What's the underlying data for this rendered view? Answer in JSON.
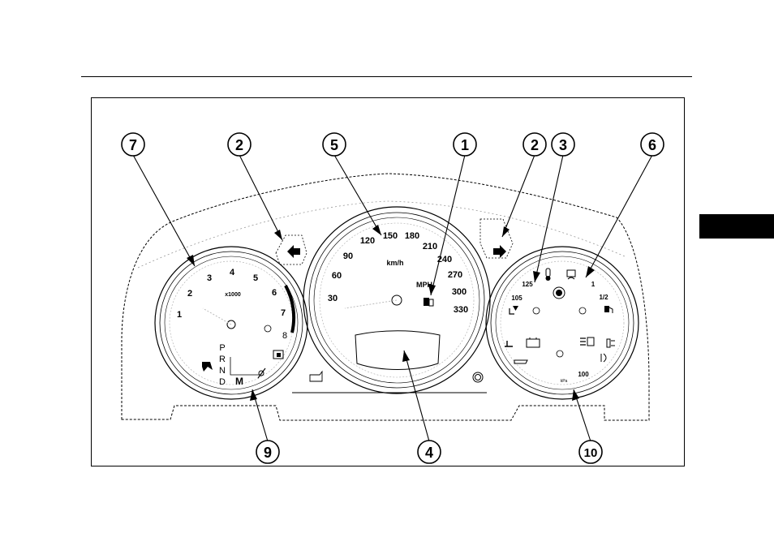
{
  "callouts": [
    "7",
    "2",
    "5",
    "1",
    "2",
    "3",
    "6",
    "9",
    "4",
    "10"
  ],
  "speedometer": {
    "kmh_ticks": [
      "30",
      "60",
      "90",
      "120",
      "150",
      "180",
      "210",
      "240",
      "270",
      "300",
      "330"
    ],
    "unit_kmh": "km/h",
    "unit_mph": "MPH"
  },
  "tachometer": {
    "ticks": [
      "1",
      "2",
      "3",
      "4",
      "5",
      "6",
      "7",
      "8"
    ],
    "scale_label": "x1000",
    "gear_letters": [
      "P",
      "R",
      "N",
      "D"
    ],
    "manual_label": "M"
  },
  "right_gauge": {
    "temp_high": "125",
    "temp_low": "105",
    "fuel_full": "1",
    "fuel_half": "1/2",
    "pressure_value": "100",
    "pressure_unit": "kPa"
  }
}
